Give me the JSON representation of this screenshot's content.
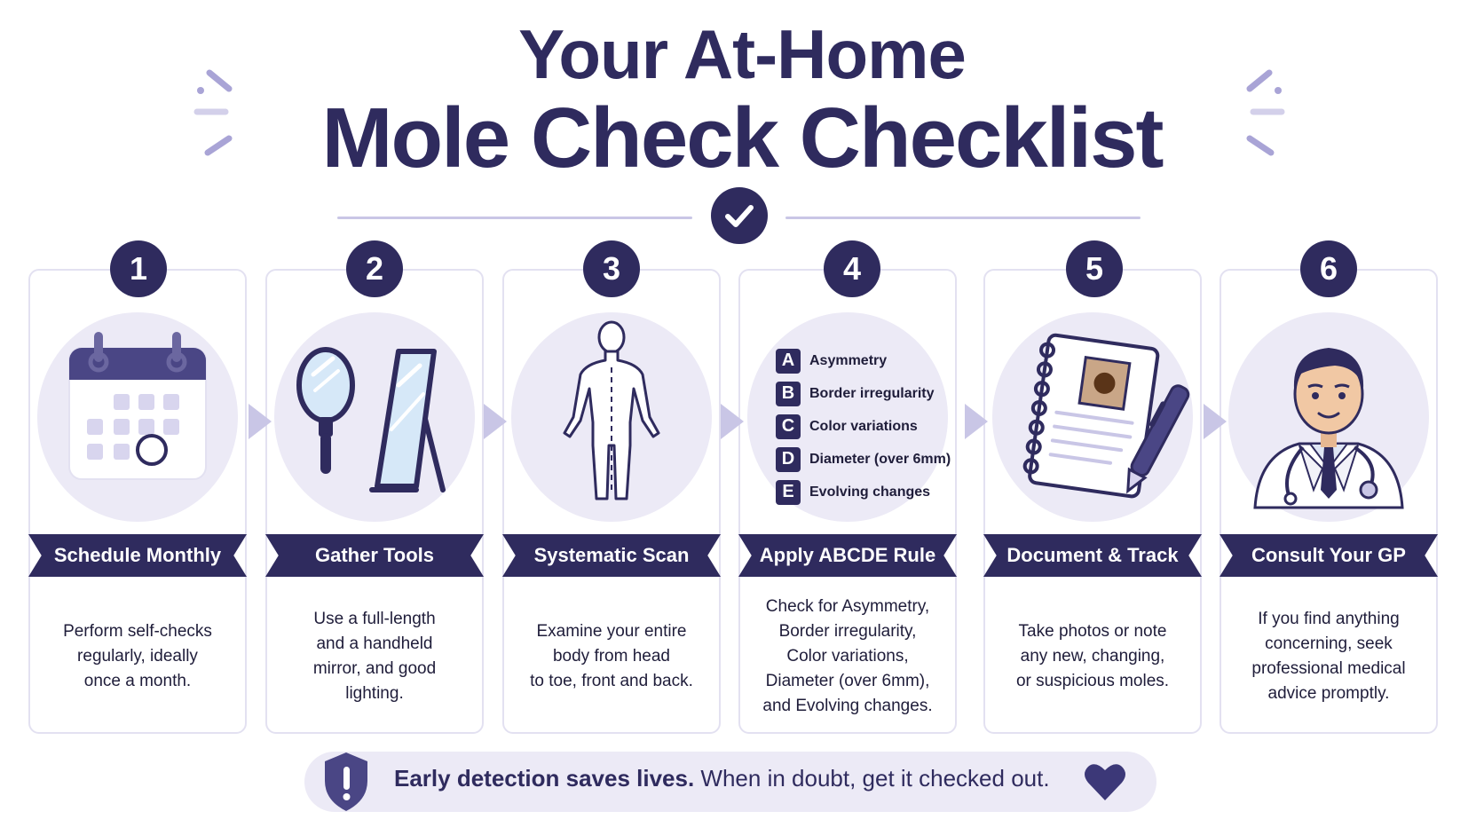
{
  "header": {
    "title_line1": "Your At-Home",
    "title_line2": "Mole Check Checklist"
  },
  "steps": [
    {
      "number": "1",
      "title": "Schedule Monthly",
      "desc": [
        "Perform self-checks",
        "regularly, ideally",
        "once a month."
      ],
      "icon": "calendar-icon"
    },
    {
      "number": "2",
      "title": "Gather Tools",
      "desc": [
        "Use a full-length",
        "and a handheld",
        "mirror, and good",
        "lighting."
      ],
      "icon": "mirror-icon"
    },
    {
      "number": "3",
      "title": "Systematic Scan",
      "desc": [
        "Examine your entire",
        "body from head",
        "to toe, front and back."
      ],
      "icon": "body-outline-icon"
    },
    {
      "number": "4",
      "title": "Apply ABCDE Rule",
      "desc": [
        "Check for Asymmetry,",
        "Border irregularity,",
        "Color variations,",
        "Diameter (over 6mm),",
        "and Evolving changes."
      ],
      "icon": "abcde-list"
    },
    {
      "number": "5",
      "title": "Document & Track",
      "desc": [
        "Take photos or note",
        "any new, changing,",
        "or suspicious moles."
      ],
      "icon": "notebook-pen-icon"
    },
    {
      "number": "6",
      "title": "Consult Your GP",
      "desc": [
        "If you find anything",
        "concerning, seek",
        "professional medical",
        "advice promptly."
      ],
      "icon": "doctor-icon"
    }
  ],
  "abcde": [
    {
      "letter": "A",
      "text": "Asymmetry"
    },
    {
      "letter": "B",
      "text": "Border irregularity"
    },
    {
      "letter": "C",
      "text": "Color variations"
    },
    {
      "letter": "D",
      "text": "Diameter (over 6mm)"
    },
    {
      "letter": "E",
      "text": "Evolving changes"
    }
  ],
  "footer": {
    "bold": "Early detection saves lives.",
    "rest": " When in doubt, get it checked out."
  },
  "colors": {
    "navy": "#2f2b5e",
    "lavender": "#eceaf6",
    "accent_light": "#c9c6e6",
    "card_border": "#e3e1f1"
  }
}
